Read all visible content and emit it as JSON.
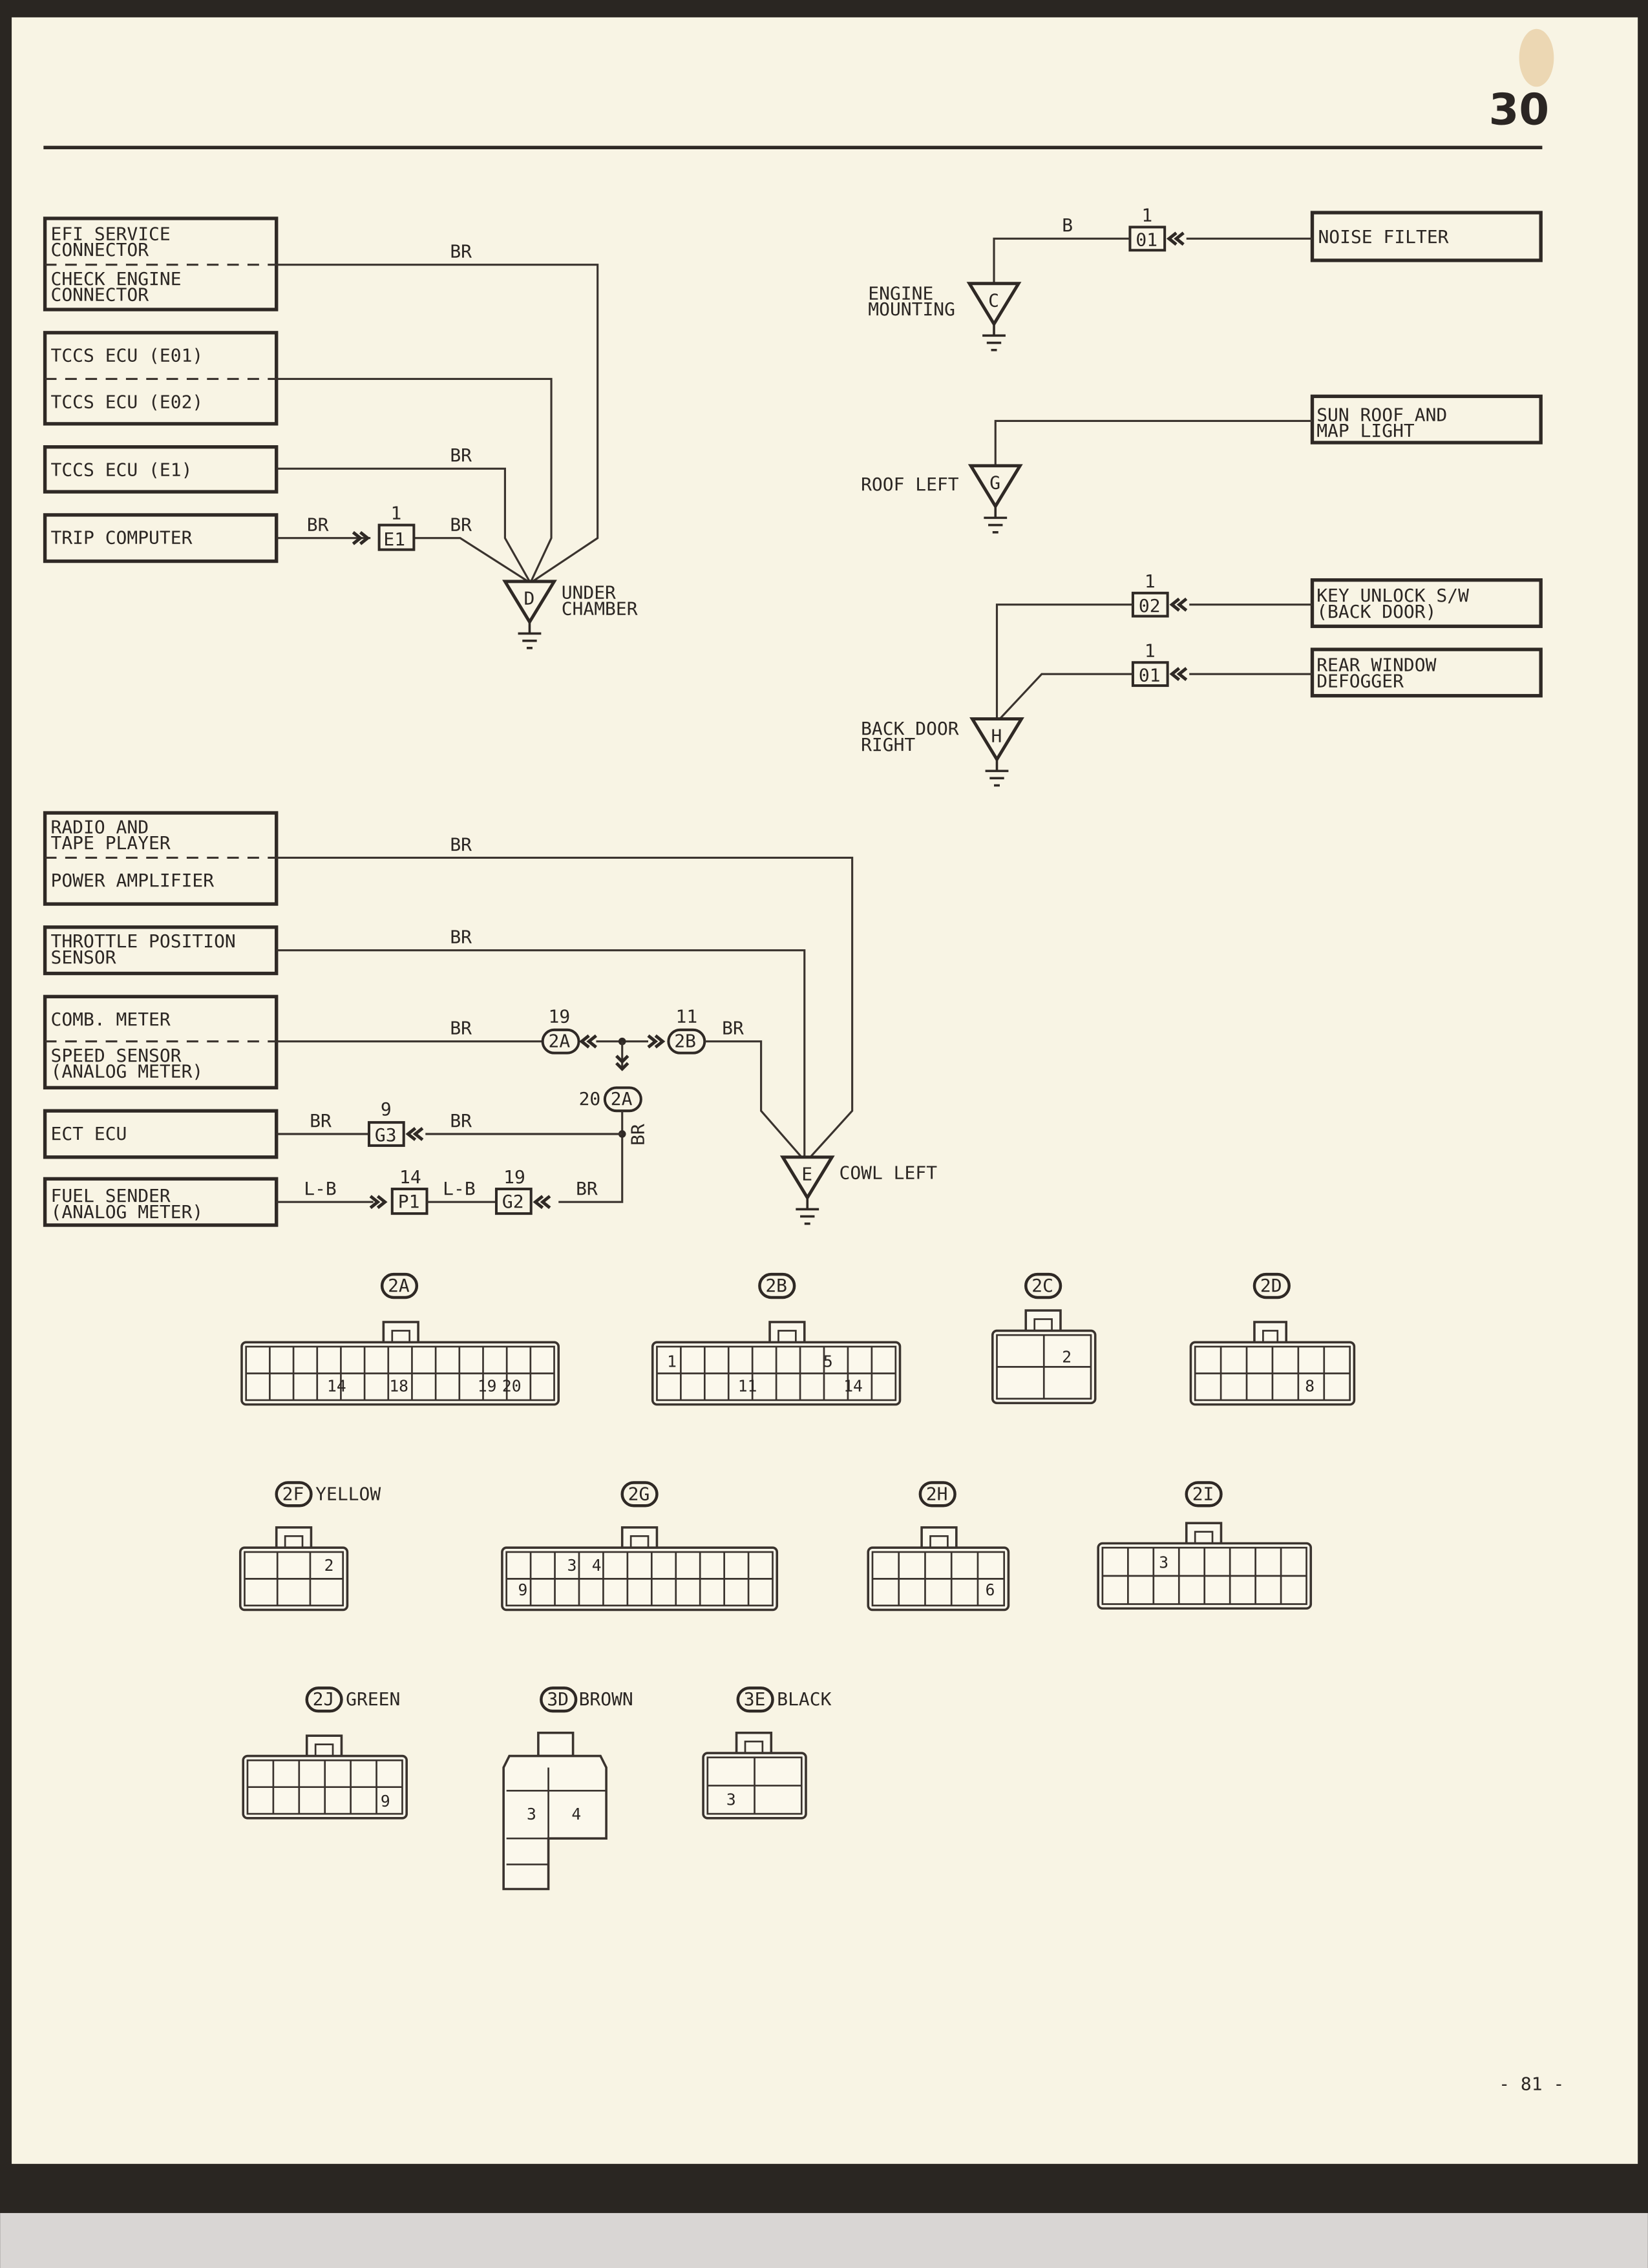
{
  "header": {
    "section_number": "30"
  },
  "footer": {
    "page_number": "- 81 -"
  },
  "wire_colors": {
    "br": "BR",
    "b": "B",
    "lb": "L-B"
  },
  "under_chamber_group": {
    "efi_service_connector": [
      "EFI SERVICE",
      "CONNECTOR"
    ],
    "check_engine_connector": [
      "CHECK ENGINE",
      "CONNECTOR"
    ],
    "tccs_e01": "TCCS ECU (E01)",
    "tccs_e02": "TCCS ECU (E02)",
    "tccs_e1": "TCCS ECU (E1)",
    "trip_computer": "TRIP COMPUTER",
    "junction_e1": {
      "id": "E1",
      "pin": "1"
    },
    "ground": {
      "letter": "D",
      "label": [
        "UNDER",
        "CHAMBER"
      ]
    }
  },
  "engine_mounting_group": {
    "noise_filter": "NOISE FILTER",
    "junction": {
      "id": "01",
      "pin": "1"
    },
    "ground": {
      "letter": "C",
      "label": [
        "ENGINE",
        "MOUNTING"
      ]
    }
  },
  "roof_left_group": {
    "sun_roof": [
      "SUN ROOF AND",
      "MAP LIGHT"
    ],
    "ground": {
      "letter": "G",
      "label": [
        "ROOF LEFT"
      ]
    }
  },
  "back_door_group": {
    "key_unlock": [
      "KEY UNLOCK S/W",
      "(BACK DOOR)"
    ],
    "rear_window": [
      "REAR WINDOW",
      "DEFOGGER"
    ],
    "junction_02": {
      "id": "02",
      "pin": "1"
    },
    "junction_01": {
      "id": "01",
      "pin": "1"
    },
    "ground": {
      "letter": "H",
      "label": [
        "BACK DOOR",
        "RIGHT"
      ]
    }
  },
  "cowl_left_group": {
    "radio": [
      "RADIO AND",
      "TAPE PLAYER"
    ],
    "power_amplifier": "POWER AMPLIFIER",
    "throttle": [
      "THROTTLE POSITION",
      "SENSOR"
    ],
    "comb_meter": "COMB. METER",
    "speed_sensor": [
      "SPEED SENSOR",
      "(ANALOG METER)"
    ],
    "ect_ecu": "ECT ECU",
    "fuel_sender": [
      "FUEL SENDER",
      "(ANALOG METER)"
    ],
    "conn_2a_19": {
      "id": "2A",
      "pin": "19"
    },
    "conn_2b_11": {
      "id": "2B",
      "pin": "11"
    },
    "conn_2a_20": {
      "id": "2A",
      "pin": "20"
    },
    "junction_g3": {
      "id": "G3",
      "pin": "9"
    },
    "junction_p1": {
      "id": "P1",
      "pin": "14"
    },
    "junction_g2": {
      "id": "G2",
      "pin": "19"
    },
    "ground": {
      "letter": "E",
      "label": [
        "COWL LEFT"
      ]
    }
  },
  "connectors": {
    "c2a": {
      "id": "2A",
      "pins": [
        "14",
        "18",
        "19",
        "20"
      ]
    },
    "c2b": {
      "id": "2B",
      "pins": [
        "1",
        "5",
        "11",
        "14"
      ]
    },
    "c2c": {
      "id": "2C",
      "pins": [
        "2"
      ]
    },
    "c2d": {
      "id": "2D",
      "pins": [
        "8"
      ]
    },
    "c2f": {
      "id": "2F",
      "color": "YELLOW",
      "pins": [
        "2"
      ]
    },
    "c2g": {
      "id": "2G",
      "pins": [
        "3",
        "4",
        "9"
      ]
    },
    "c2h": {
      "id": "2H",
      "pins": [
        "6"
      ]
    },
    "c2i": {
      "id": "2I",
      "pins": [
        "3"
      ]
    },
    "c2j": {
      "id": "2J",
      "color": "GREEN",
      "pins": [
        "9"
      ]
    },
    "c3d": {
      "id": "3D",
      "color": "BROWN",
      "pins": [
        "3",
        "4"
      ]
    },
    "c3e": {
      "id": "3E",
      "color": "BLACK",
      "pins": [
        "3"
      ]
    }
  },
  "colors": {
    "paper": "#f8f4e4",
    "ink": "#2f2925",
    "scan_edge": "#2a2622"
  }
}
